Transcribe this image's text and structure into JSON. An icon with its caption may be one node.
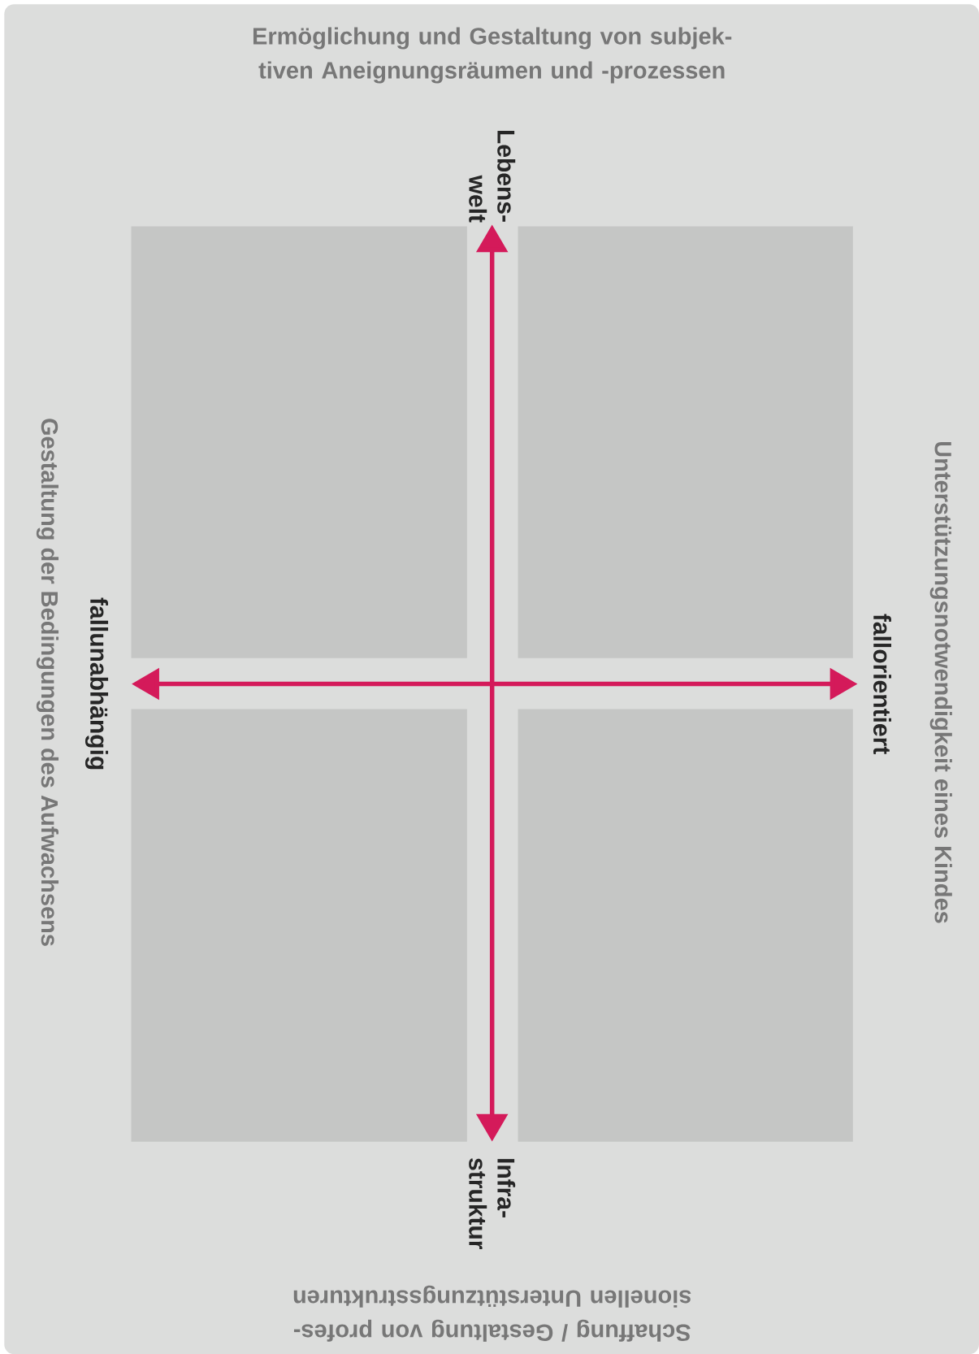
{
  "diagram": {
    "nodes": [
      {
        "text": [
          "Lebens- welt"
        ]
      },
      {
        "text": [],
        "shape": "box"
      },
      {
        "text": [],
        "shape": "box"
      },
      {
        "text": [
          "fallunabhängig"
        ]
      },
      {
        "text": [
          "fallorientiert"
        ]
      },
      {
        "text": [],
        "shape": "box"
      },
      {
        "text": [],
        "shape": "box"
      },
      {
        "text": [
          "Infra- struktur"
        ]
      }
    ],
    "edges": [
      {
        "from": 0,
        "to": 7,
        "arrow": "both"
      },
      {
        "from": 3,
        "to": 4,
        "arrow": "both"
      }
    ],
    "labels": [
      "Ermöglichung und Gestaltung von subjek- tiven Aneignungsräumen und -prozessen",
      "Gestaltung der Bedingungen des Aufwachsens",
      "Unterstützungsnotwendigkeit eines Kindes",
      "Schaffung / Gestaltung von profes- sionellen Unterstützungsstrukturen"
    ]
  }
}
